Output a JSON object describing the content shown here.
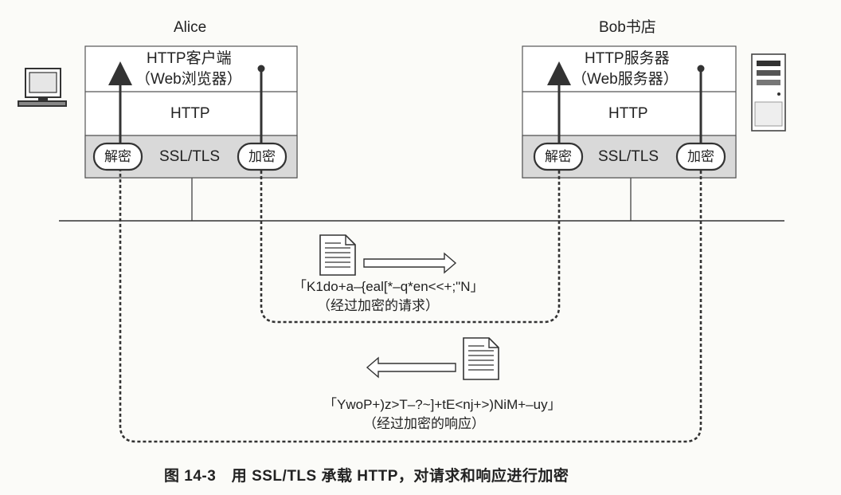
{
  "diagram": {
    "client": {
      "name": "Alice",
      "app_line1": "HTTP客户端",
      "app_line2": "（Web浏览器）",
      "http": "HTTP",
      "ssl": "SSL/TLS",
      "decrypt": "解密",
      "encrypt": "加密"
    },
    "server": {
      "name": "Bob书店",
      "app_line1": "HTTP服务器",
      "app_line2": "（Web服务器）",
      "http": "HTTP",
      "ssl": "SSL/TLS",
      "decrypt": "解密",
      "encrypt": "加密"
    },
    "request": {
      "cipher": "「K1do+a–{eal[*–q*en<<+;\"N」",
      "label": "（经过加密的请求）"
    },
    "response": {
      "cipher": "「YwoP+)z>T–?~]+tE<nj+>)NiM+–uy」",
      "label": "（经过加密的响应）"
    },
    "caption": "图 14-3　用 SSL/TLS 承载 HTTP，对请求和响应进行加密",
    "colors": {
      "ssl_layer": "#d9d9d9",
      "line": "#333333",
      "background": "#fbfbf8"
    }
  }
}
